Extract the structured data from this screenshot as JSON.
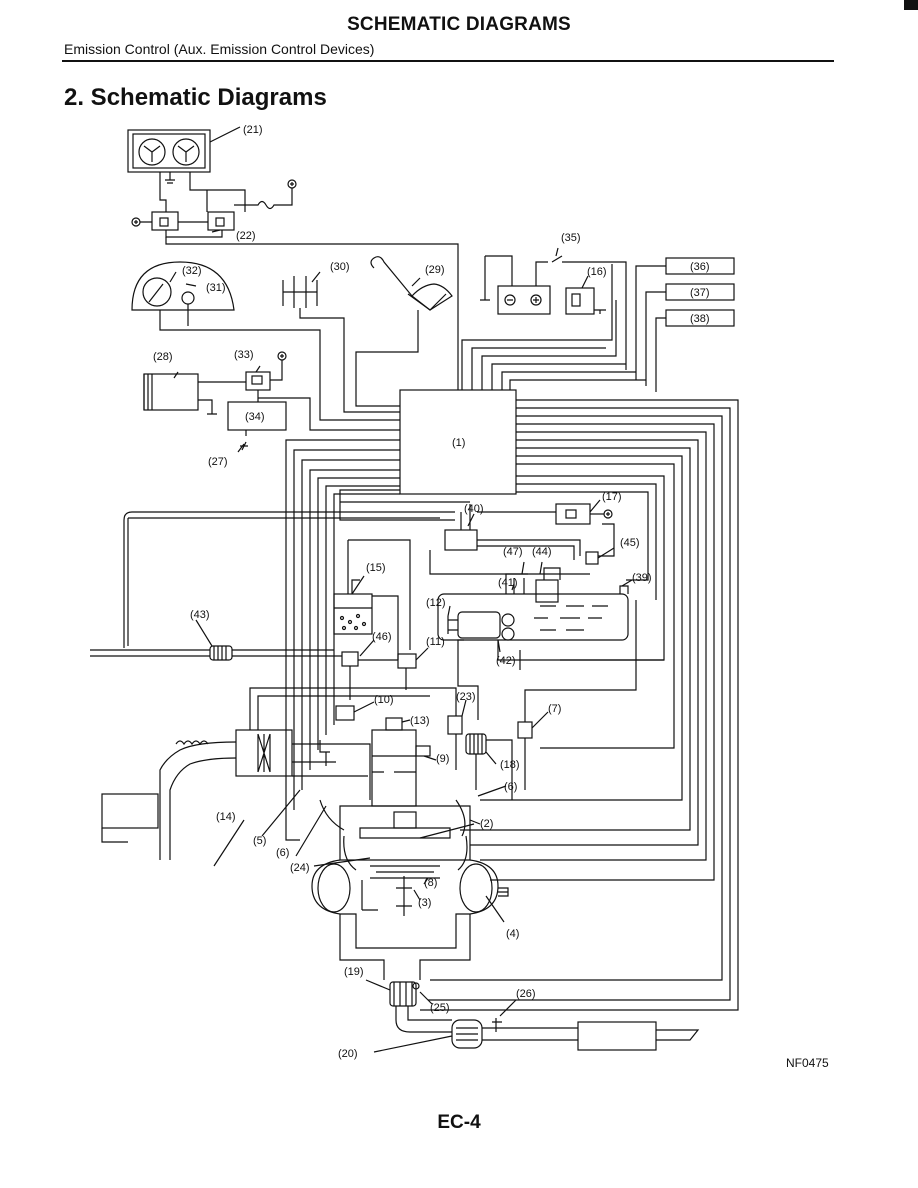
{
  "header": {
    "title": "SCHEMATIC DIAGRAMS",
    "subtitle": "Emission Control (Aux. Emission Control Devices)"
  },
  "section_title": "2. Schematic Diagrams",
  "labels": {
    "l1": "(1)",
    "l2": "(2)",
    "l3": "(3)",
    "l4": "(4)",
    "l5": "(5)",
    "l6a": "(6)",
    "l6b": "(6)",
    "l7": "(7)",
    "l8": "(8)",
    "l9": "(9)",
    "l10": "(10)",
    "l11": "(11)",
    "l12": "(12)",
    "l13": "(13)",
    "l14": "(14)",
    "l15": "(15)",
    "l16": "(16)",
    "l17": "(17)",
    "l18": "(18)",
    "l19": "(19)",
    "l20": "(20)",
    "l21": "(21)",
    "l22": "(22)",
    "l23": "(23)",
    "l24": "(24)",
    "l25": "(25)",
    "l26": "(26)",
    "l27": "(27)",
    "l28": "(28)",
    "l29": "(29)",
    "l30": "(30)",
    "l31": "(31)",
    "l32": "(32)",
    "l33": "(33)",
    "l34": "(34)",
    "l35": "(35)",
    "l36": "(36)",
    "l37": "(37)",
    "l38": "(38)",
    "l39": "(39)",
    "l40": "(40)",
    "l41": "(41)",
    "l42": "(42)",
    "l43": "(43)",
    "l44": "(44)",
    "l45": "(45)",
    "l46": "(46)",
    "l47": "(47)"
  },
  "figure_code": "NF0475",
  "page_number": "EC-4"
}
